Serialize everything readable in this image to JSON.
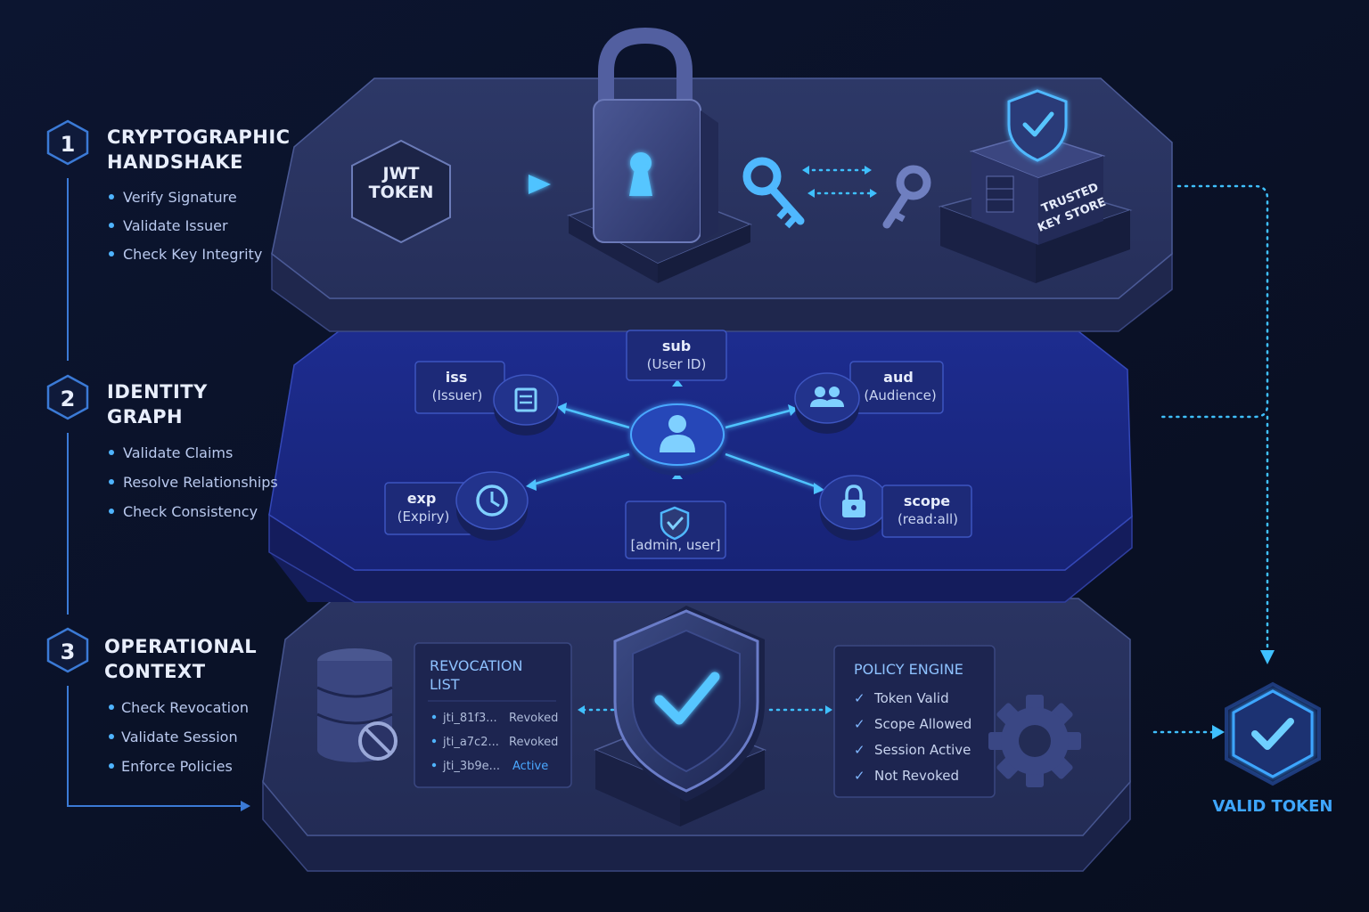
{
  "steps": [
    {
      "number": "1",
      "title_line1": "CRYPTOGRAPHIC",
      "title_line2": "HANDSHAKE",
      "bullets": [
        "Verify Signature",
        "Validate Issuer",
        "Check Key Integrity"
      ]
    },
    {
      "number": "2",
      "title_line1": "IDENTITY",
      "title_line2": "GRAPH",
      "bullets": [
        "Validate Claims",
        "Resolve Relationships",
        "Check Consistency"
      ]
    },
    {
      "number": "3",
      "title_line1": "OPERATIONAL",
      "title_line2": "CONTEXT",
      "bullets": [
        "Check Revocation",
        "Validate Session",
        "Enforce Policies"
      ]
    }
  ],
  "layer1": {
    "jwt_line1": "JWT",
    "jwt_line2": "TOKEN",
    "keystore_line1": "TRUSTED",
    "keystore_line2": "KEY STORE"
  },
  "layer2": {
    "claims": {
      "sub": {
        "key": "sub",
        "desc": "(User ID)"
      },
      "iss": {
        "key": "iss",
        "desc": "(Issuer)"
      },
      "aud": {
        "key": "aud",
        "desc": "(Audience)"
      },
      "exp": {
        "key": "exp",
        "desc": "(Expiry)"
      },
      "scope": {
        "key": "scope",
        "desc": "(read:all)"
      },
      "roles": {
        "desc": "[admin, user]"
      }
    }
  },
  "layer3": {
    "revocation": {
      "title_line1": "REVOCATION",
      "title_line2": "LIST",
      "entries": [
        {
          "id": "jti_81f3...",
          "status": "Revoked"
        },
        {
          "id": "jti_a7c2...",
          "status": "Revoked"
        },
        {
          "id": "jti_3b9e...",
          "status": "Active"
        }
      ]
    },
    "policy": {
      "title": "POLICY ENGINE",
      "items": [
        "Token Valid",
        "Scope Allowed",
        "Session Active",
        "Not Revoked"
      ]
    }
  },
  "result": {
    "label": "VALID TOKEN"
  },
  "colors": {
    "accent": "#3ea6ff",
    "background": "#0b1226",
    "layer_top": "#2a3563",
    "layer_mid": "#1b2b8a"
  }
}
